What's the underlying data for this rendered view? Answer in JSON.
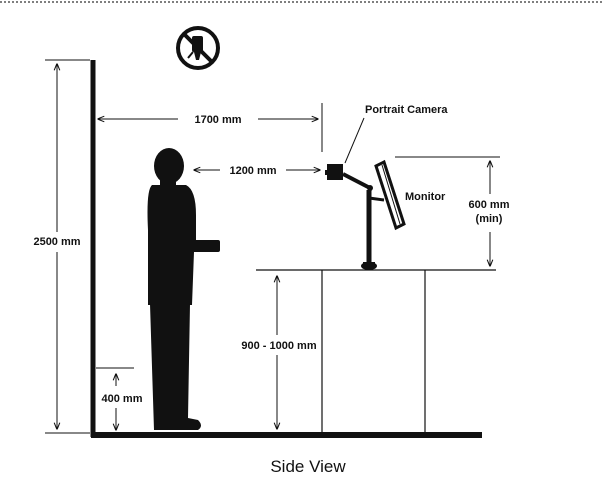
{
  "caption": "Side View",
  "labels": {
    "horizontal_distance_total": "1700 mm",
    "horizontal_distance_subject": "1200 mm",
    "portrait_camera": "Portrait Camera",
    "monitor": "Monitor",
    "monitor_height": "600 mm",
    "monitor_height_note": "(min)",
    "wall_height": "2500 mm",
    "counter_height": "900 - 1000 mm",
    "lower_wall_height": "400 mm"
  },
  "icons": [
    "no-flash-icon"
  ],
  "colors": {
    "ink": "#111111",
    "background": "#ffffff"
  }
}
